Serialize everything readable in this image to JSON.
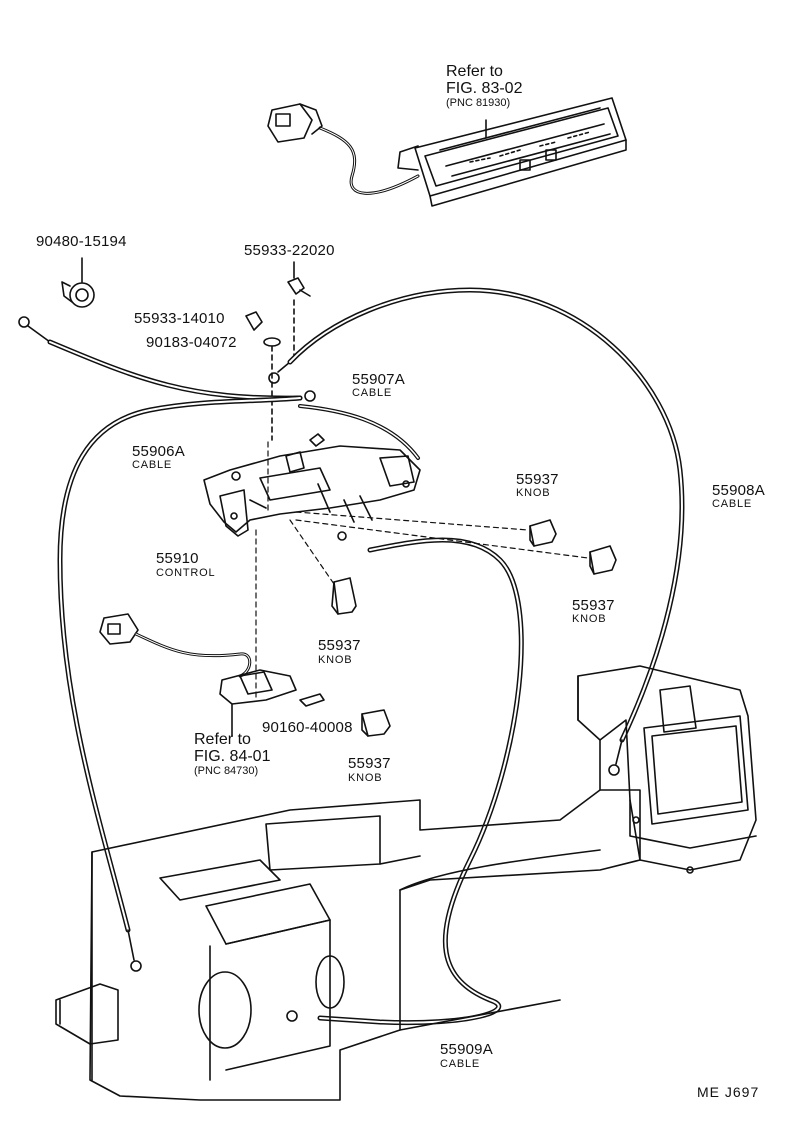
{
  "figure_code": "ME  J697",
  "references": [
    {
      "line1": "Refer to",
      "line2": "FIG. 83-02",
      "pnc": "(PNC 81930)"
    },
    {
      "line1": "Refer to",
      "line2": "FIG. 84-01",
      "pnc": "(PNC 84730)"
    }
  ],
  "parts": {
    "bolt_clip": "90480-15194",
    "clamp_a": "55933-22020",
    "clamp_b": "55933-14010",
    "washer": "90183-04072",
    "screw": "90160-40008",
    "cable_55906a": {
      "number": "55906A",
      "name": "CABLE"
    },
    "cable_55907a": {
      "number": "55907A",
      "name": "CABLE"
    },
    "cable_55908a": {
      "number": "55908A",
      "name": "CABLE"
    },
    "cable_55909a": {
      "number": "55909A",
      "name": "CABLE"
    },
    "control": {
      "number": "55910",
      "name": "CONTROL"
    },
    "knobs": [
      {
        "number": "55937",
        "name": "KNOB"
      },
      {
        "number": "55937",
        "name": "KNOB"
      },
      {
        "number": "55937",
        "name": "KNOB"
      },
      {
        "number": "55937",
        "name": "KNOB"
      }
    ]
  }
}
